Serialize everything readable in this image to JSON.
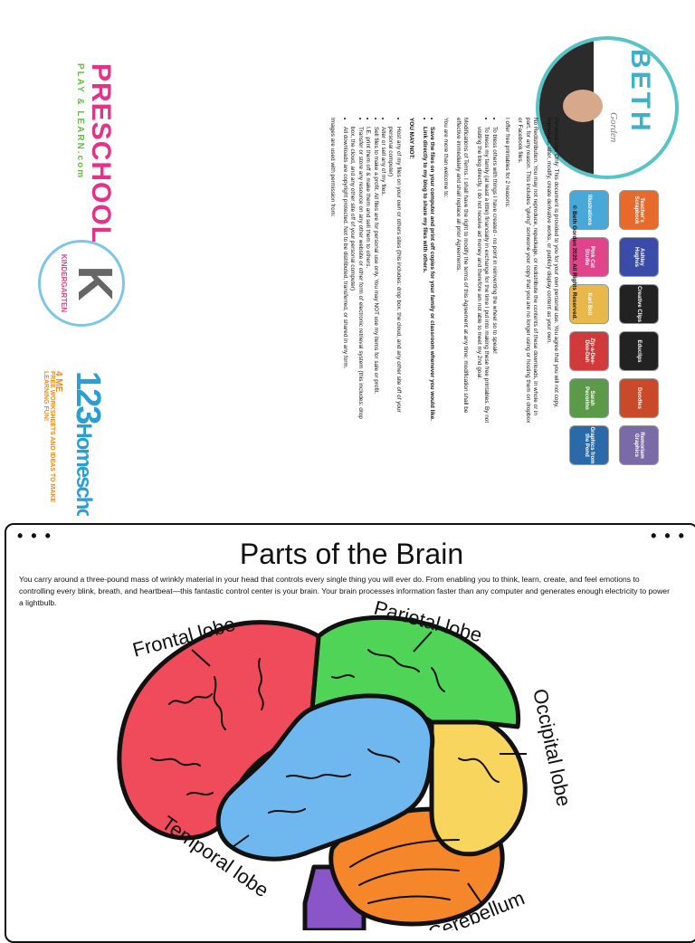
{
  "terms": {
    "copyright": "© Beth Gorden 2020. All Rights Reserved.",
    "paragraphs": [
      "Personal Use Only: This document is provided to you for your own personal use. You agree that you will not copy, reproduce, alter, modify, create derivative works, or publicly display content as your own.",
      "No Redistribution. You may not reproduce, repackage, or redistribute the contents of these downloads, in whole or in part, for any reason. This includes \"giving\" someone your copy that you are no longer using or hosting them on dropbox or Facebook files.",
      "I offer free printables for 2 reasons:",
      "Modifications of Terms. I shall have the right to modify the terms of this Agreement at any time; modification shall be effective immediately and shall replace all prior Agreements.",
      "You are more than welcome to:",
      "YOU MAY NOT:",
      "Images are used with permission from:"
    ],
    "reasons": [
      "To bless others with things I have created - no point in reinventing the wheel so to speak!",
      "To bless my family (at least a little) financially in exchange for the time I put into making these free printables. By not visiting the blog directly, I do not receive ad money and therefore am not able to meet my 2nd goal."
    ],
    "welcome": [
      "Save the files on your computer and print off copies for your family or classroom whenever you would like.",
      "Link directly to my blog to share my files with others."
    ],
    "may_not": [
      "Host any of my files on your own or others sites (this includes: drop box, the cloud, and any other site off of your personal computer)",
      "Alter or sell any of my files.",
      "Sell files to make a profit. All files are for personal use only. You may NOT use my items for sale or profit.",
      "I.E. print them off & make them and sell them to others.",
      "Transfer or store any resource on any other website or other form of electronic retrieval system (this includes: drop box, the cloud, and any other site off of your personal computer)",
      "All downloads are copyright protected. Not to be distributed, transferred, or shared in any form."
    ],
    "logos": {
      "homeschool_big": "123",
      "homeschool_word": "Homeschool",
      "homeschool_4me": "4 ME",
      "homeschool_sub": "FREE WORKSHEETS AND IDEAS TO MAKE LEARNING FUN!",
      "k_letter": "K",
      "k_sub": "KINDERGARTEN",
      "preschool": "PRESCHOOL",
      "preschool_sub": "PLAY & LEARN.com"
    },
    "author": {
      "name": "BETH",
      "sub": "Gorden"
    },
    "credits": [
      "Teacher's Scrapbook",
      "Ashley Hughes",
      "Creative Clips",
      "Educlips",
      "Doodles",
      "Remoriam Graphics",
      "Illustrations",
      "Pink Cat Studio",
      "Kari Bolt",
      "Zip-a-Dee-Doo-Dah",
      "Sarah Pecorino",
      "Graphics from the Pond"
    ],
    "credit_colors": [
      "#e86a2a",
      "#3b4ba8",
      "#222222",
      "#222222",
      "#c84a2a",
      "#7b6aa8",
      "#48a8d8",
      "#e0448a",
      "#e8b84a",
      "#d03a3a",
      "#5a9a48",
      "#2a6aa8"
    ]
  },
  "worksheet": {
    "title": "Parts of the Brain",
    "intro": "You carry around a three-pound mass of wrinkly material in your head that controls every single thing you will ever do. From enabling you to think, learn, create, and feel emotions to controlling every blink, breath, and heartbeat—this fantastic control center is your brain. Your brain processes information faster than any computer and generates enough electricity to power a lightbulb.",
    "labels": {
      "frontal": "Frontal lobe",
      "parietal": "Parietal lobe",
      "occipital": "Occipital lobe",
      "temporal": "Temporal lobe",
      "cerebellum": "Cerebellum"
    },
    "colors": {
      "frontal": "#ef4b5a",
      "parietal": "#4fd458",
      "occipital": "#f8d55c",
      "temporal": "#6fb8ef",
      "cerebellum": "#f6862a",
      "brainstem": "#8a55c8"
    },
    "dots_left": "• • •",
    "dots_right": "• • •"
  }
}
